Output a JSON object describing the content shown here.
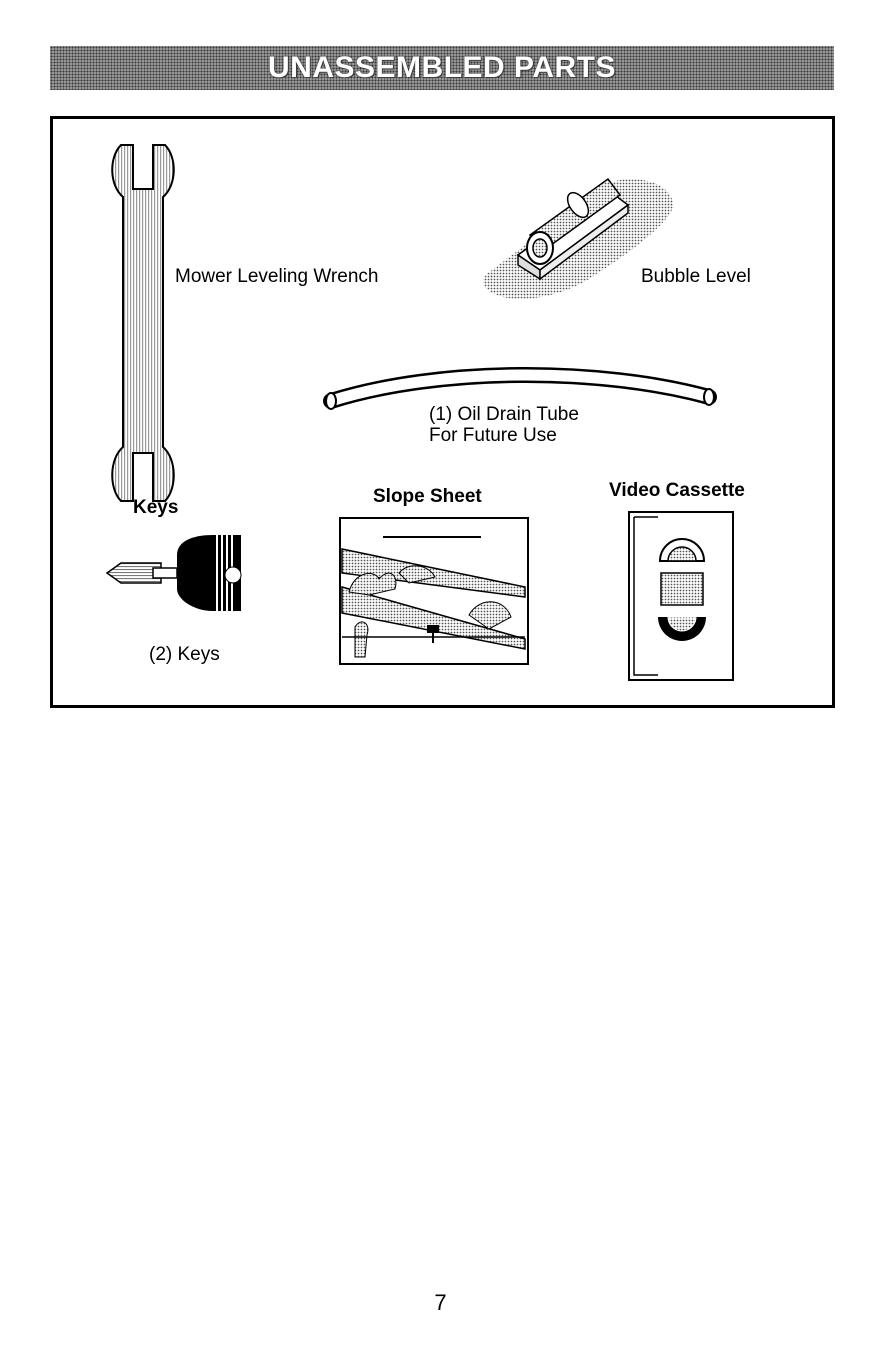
{
  "header": {
    "title": "UNASSEMBLED PARTS"
  },
  "parts": {
    "wrench": {
      "label": "Mower Leveling Wrench",
      "icon": "wrench-icon"
    },
    "bubble_level": {
      "label": "Bubble Level",
      "icon": "bubble-level-icon"
    },
    "oil_drain_tube": {
      "label_line1": "(1) Oil Drain Tube",
      "label_line2": "For Future Use",
      "icon": "tube-icon"
    },
    "keys": {
      "heading": "Keys",
      "caption": "(2) Keys",
      "icon": "key-icon"
    },
    "slope_sheet": {
      "heading": "Slope Sheet",
      "icon": "slope-sheet-icon"
    },
    "video_cassette": {
      "heading": "Video Cassette",
      "icon": "cassette-icon"
    }
  },
  "footer": {
    "page_number": "7"
  }
}
